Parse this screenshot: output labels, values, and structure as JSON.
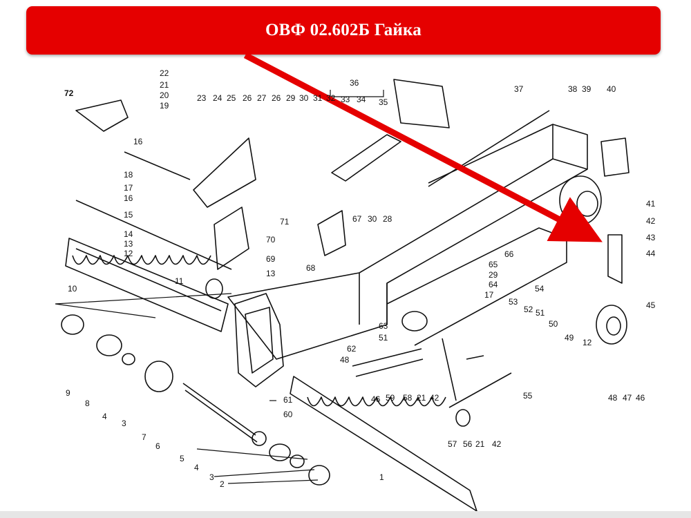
{
  "banner": {
    "title": "ОВФ 02.602Б Гайка"
  },
  "callout_labels": [
    "1",
    "2",
    "3",
    "4",
    "5",
    "6",
    "7",
    "8",
    "9",
    "10",
    "11",
    "12",
    "13",
    "14",
    "15",
    "16",
    "17",
    "18",
    "19",
    "20",
    "21",
    "22",
    "23",
    "24",
    "25",
    "26",
    "27",
    "28",
    "29",
    "30",
    "31",
    "32",
    "33",
    "34",
    "35",
    "36",
    "37",
    "38",
    "39",
    "40",
    "41",
    "42",
    "43",
    "44",
    "45",
    "46",
    "47",
    "48",
    "49",
    "50",
    "51",
    "52",
    "53",
    "54",
    "55",
    "56",
    "57",
    "58",
    "59",
    "60",
    "61",
    "62",
    "63",
    "64",
    "65",
    "66",
    "67",
    "68",
    "69",
    "70",
    "71",
    "72"
  ],
  "colors": {
    "banner": "#e50000",
    "arrow": "#e50000",
    "ink": "#111111"
  },
  "icons": [
    "arrow-pointer-icon"
  ]
}
